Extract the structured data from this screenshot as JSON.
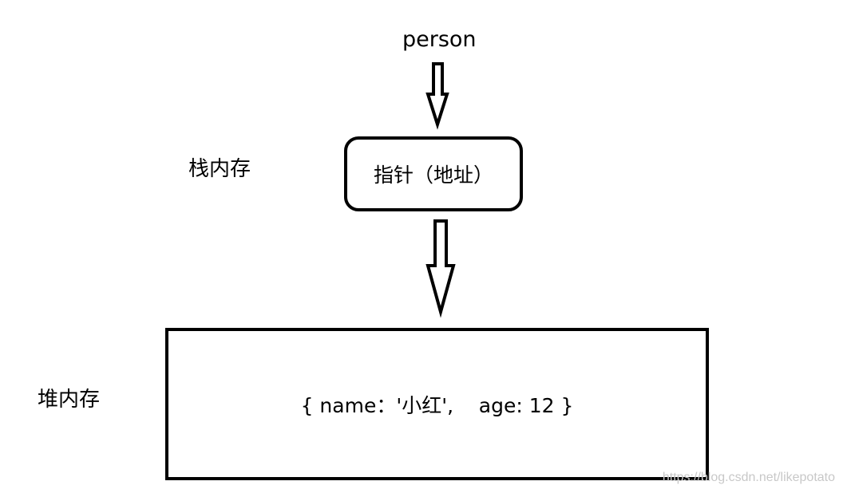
{
  "diagram": {
    "variable_label": "person",
    "stack_label": "栈内存",
    "heap_label": "堆内存",
    "pointer_box_text": "指针（地址）",
    "heap_box_text": "{ name：'小红',    age: 12 }"
  },
  "watermark": "https://blog.csdn.net/likepotato"
}
